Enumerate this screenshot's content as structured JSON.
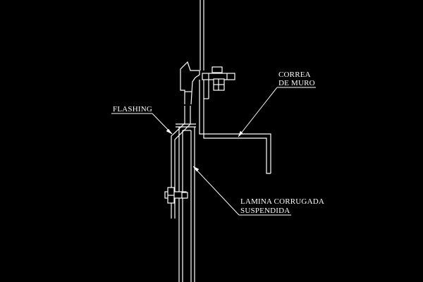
{
  "labels": {
    "correa_line1": "CORREA",
    "correa_line2": "DE MURO",
    "flashing": "FLASHING",
    "lamina_line1": "LAMINA CORRUGADA",
    "lamina_line2": "SUSPENDIDA"
  },
  "colors": {
    "background": "#000000",
    "linework": "#ffffff"
  }
}
